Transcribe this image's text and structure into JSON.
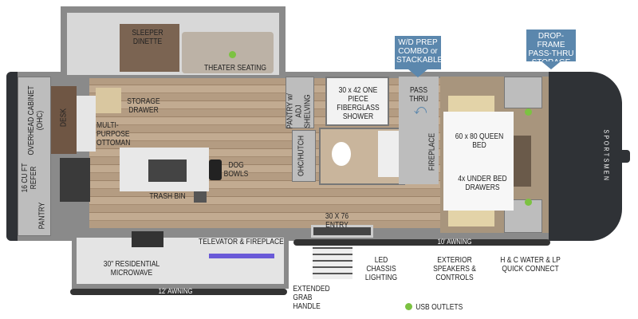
{
  "colors": {
    "callout": "#5b87ad",
    "usb_dot": "#7cc242",
    "floor": "#b49c82",
    "cap": "#2f3236"
  },
  "callouts": {
    "wd_prep": "W/D PREP COMBO or STACKABLE",
    "drop_frame": "DROP-FRAME PASS-THRU STORAGE"
  },
  "labels": {
    "sleeper_dinette": "SLEEPER DINETTE",
    "theater_seating": "THEATER SEATING",
    "storage_drawer": "STORAGE DRAWER",
    "multi_purpose_ottoman": "MULTI-PURPOSE OTTOMAN",
    "overhead_cabinet": "OVERHEAD CABINET (OHC)",
    "desk": "DESK",
    "refer": "16 CU FT REFER",
    "pantry": "PANTRY",
    "dog_bowls": "DOG BOWLS",
    "trash_bin": "TRASH BIN",
    "pantry_adj": "PANTRY w/ ADJ SHELVING",
    "ohc_hutch": "OHC/HUTCH",
    "shower": "30 x 42 ONE PIECE FIBERGLASS SHOWER",
    "pass_thru": "PASS THRU",
    "fireplace": "FIREPLACE",
    "queen_bed": "60 x 80 QUEEN BED",
    "under_bed": "4x UNDER BED DRAWERS",
    "entry": "30 X 76 ENTRY",
    "awning_10": "10' AWNING",
    "awning_12": "12' AWNING",
    "microwave": "30\" RESIDENTIAL MICROWAVE",
    "televator": "TELEVATOR & FIREPLACE",
    "grab_handle": "EXTENDED GRAB HANDLE",
    "led_lighting": "LED CHASSIS LIGHTING",
    "speakers": "EXTERIOR SPEAKERS & CONTROLS",
    "water_lp": "H & C WATER & LP QUICK CONNECT",
    "usb_outlets": "USB OUTLETS",
    "brand": "SPORTSMEN"
  }
}
